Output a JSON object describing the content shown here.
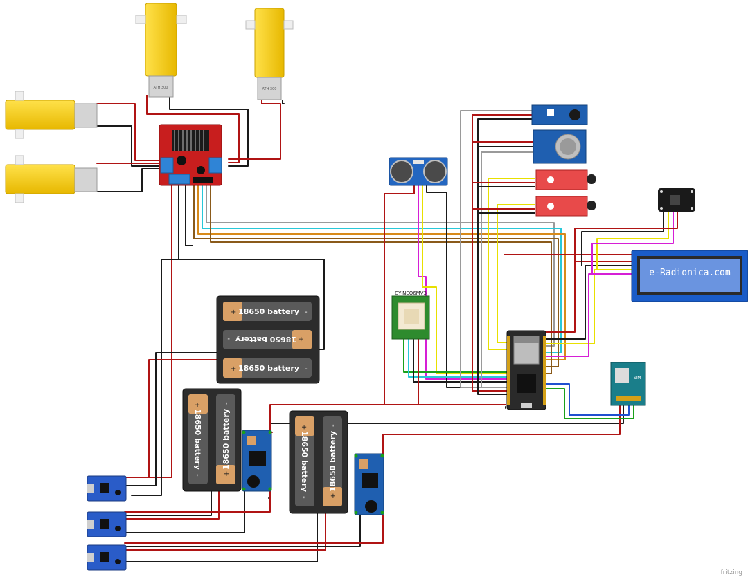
{
  "diagram": {
    "battery_label": "18650 battery",
    "battery_plus": "+",
    "battery_minus": "-",
    "gps_label": "GY-NEO6MV3",
    "lcd_text": "e-Radionica.com",
    "sim_label": "SIM",
    "motor_label": "ATH 300",
    "watermark": "fritzing"
  },
  "colors": {
    "wire_red": "#b01414",
    "wire_black": "#1a1a1a",
    "wire_yellow": "#e8e000",
    "wire_magenta": "#d61fd6",
    "wire_cyan": "#28c8d8",
    "wire_green": "#1aa01a",
    "wire_brown": "#8a5a1a",
    "wire_orange": "#d88a1a",
    "wire_blue": "#2050d0",
    "wire_gray": "#9a9a9a",
    "motor_yellow": "#f7d118",
    "driver_red": "#c81e1e",
    "board_blue": "#1f5fb0",
    "lcd_blue": "#1a5cc8",
    "sensor_red": "#e84a4a",
    "battery_dark": "#2c2c2c",
    "battery_tan": "#d9a066"
  }
}
